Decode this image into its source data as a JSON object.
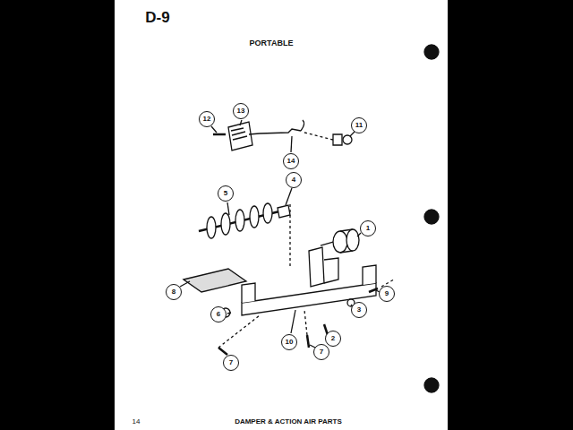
{
  "diagram": {
    "title": "PORTABLE",
    "caption": "DAMPER & ACTION AIR PARTS",
    "labels": [
      "D-9",
      "12",
      "13",
      "14",
      "11",
      "5",
      "4",
      "1",
      "8",
      "6",
      "3",
      "9",
      "7",
      "2",
      "10",
      "7",
      "14"
    ]
  }
}
